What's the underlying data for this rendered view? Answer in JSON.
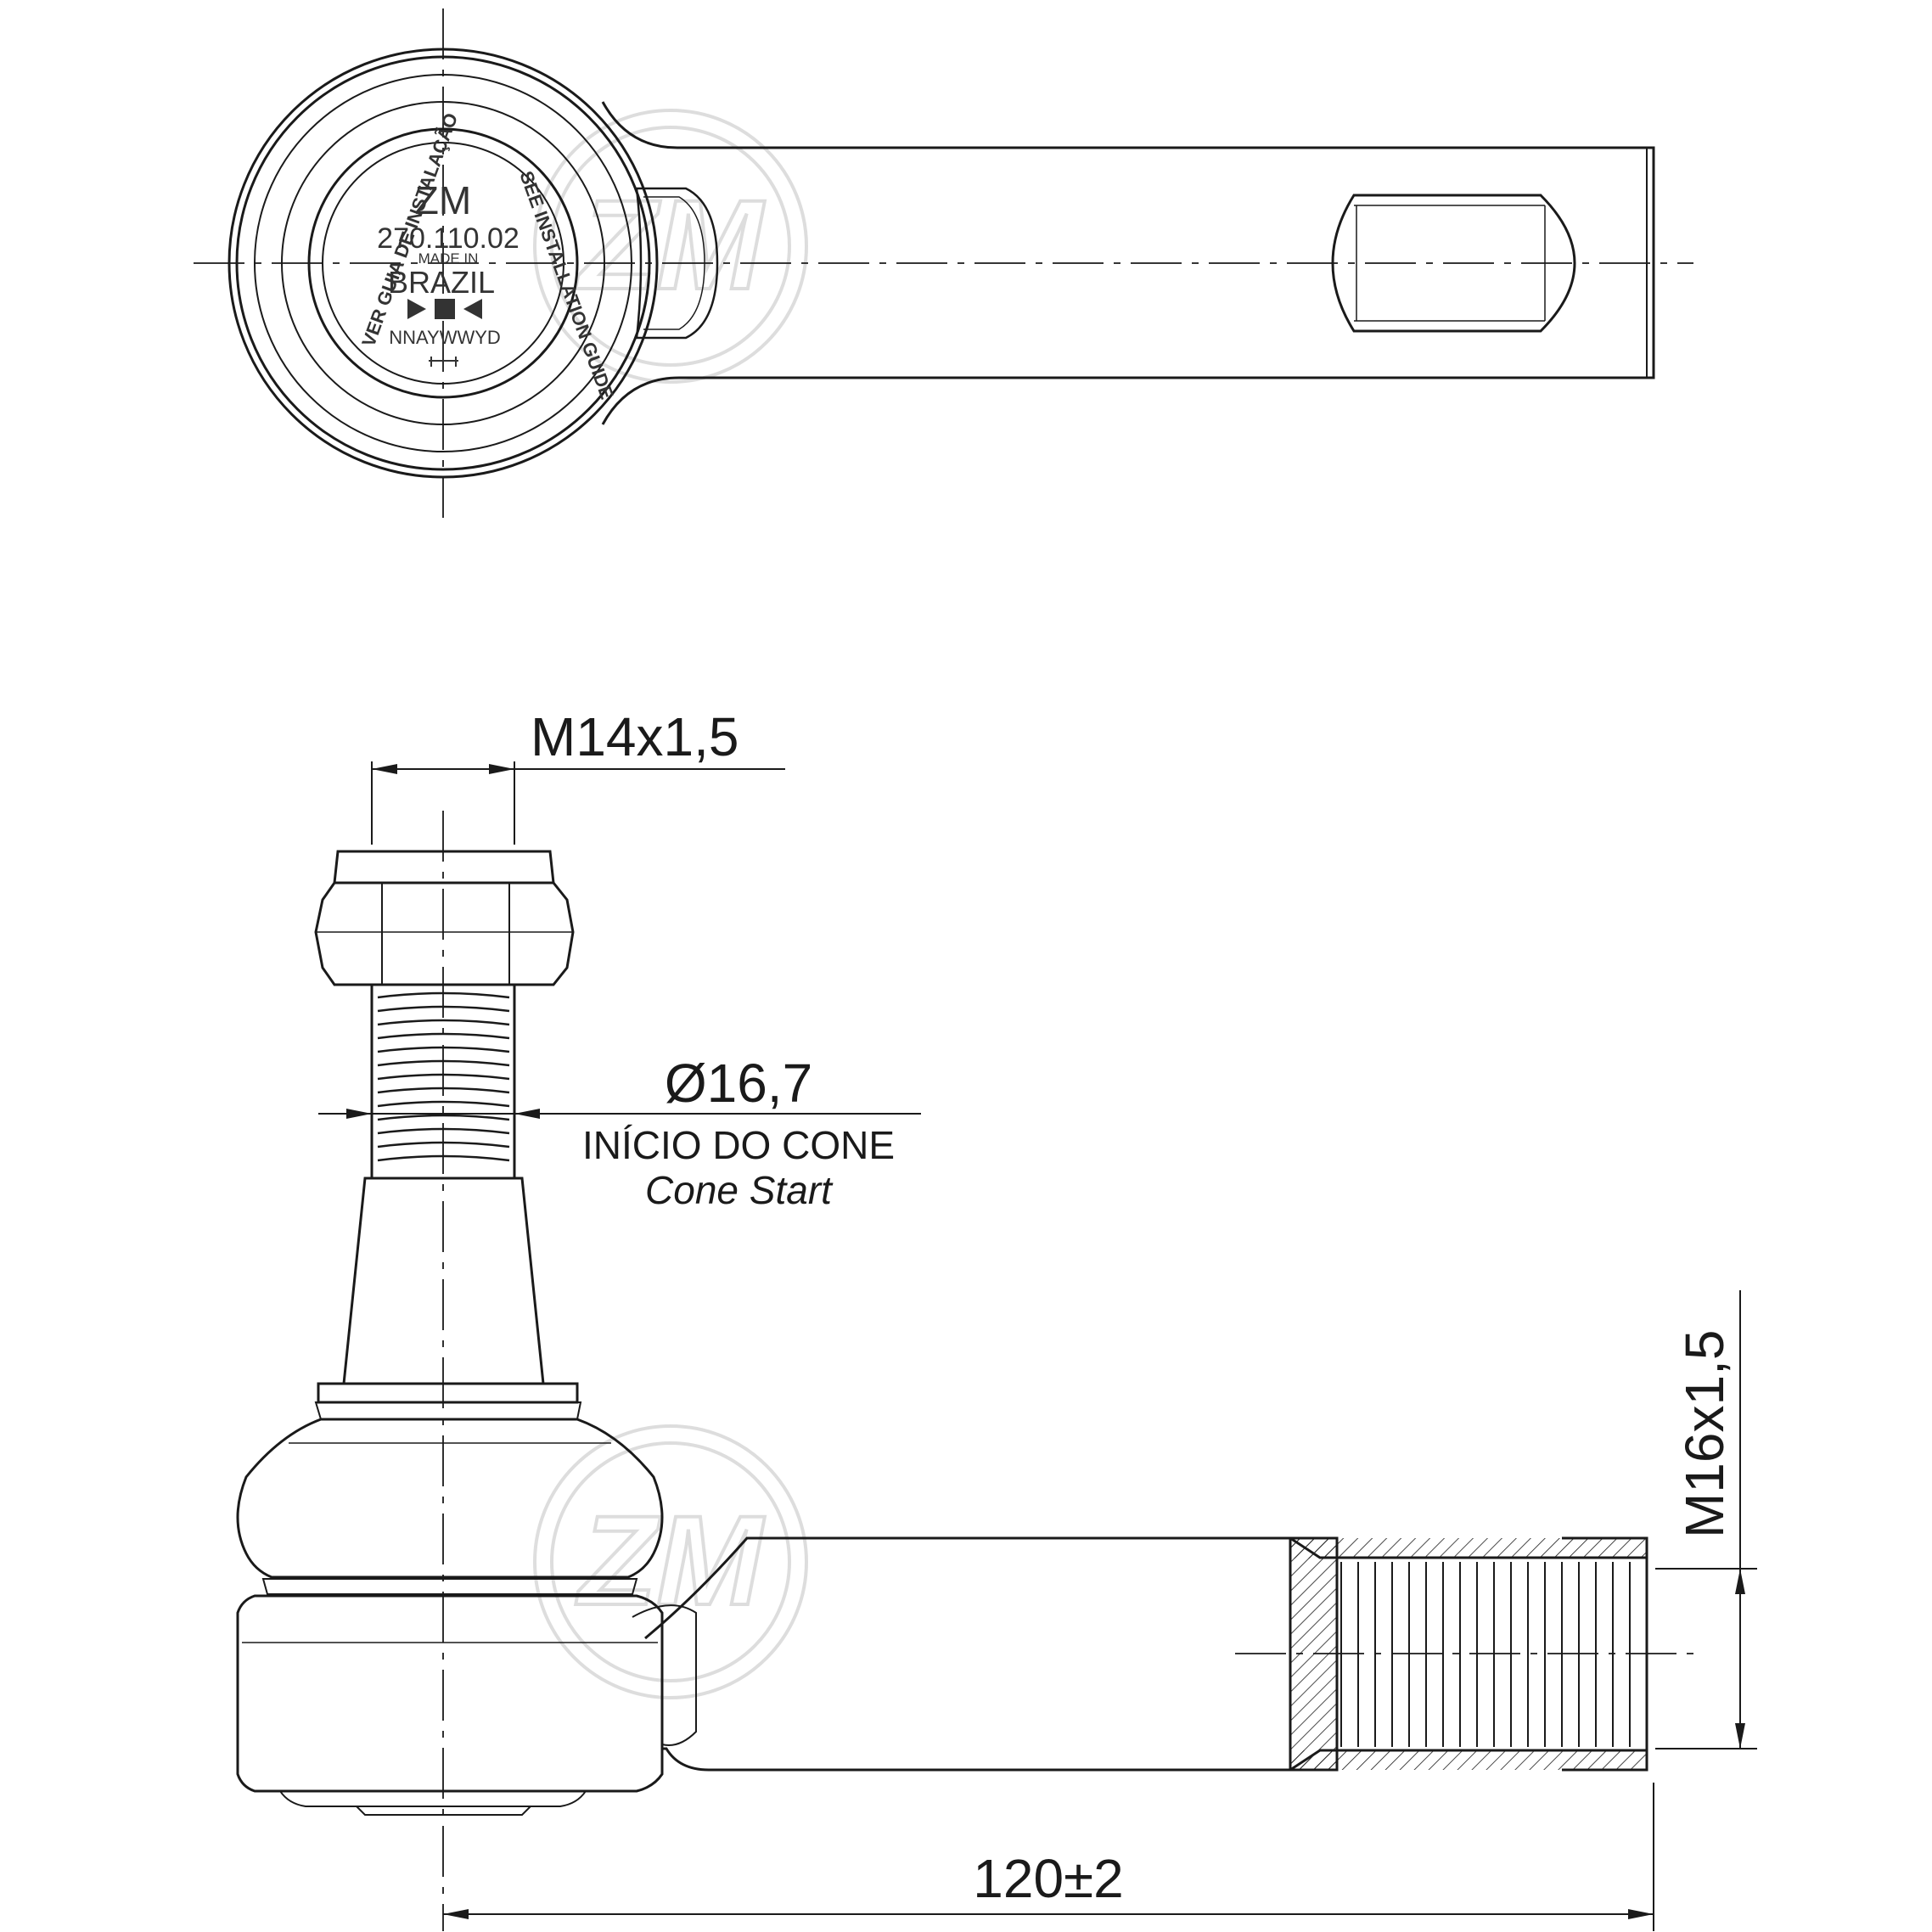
{
  "part_stamp": {
    "brand": "ZM",
    "part_number": "270.110.02",
    "made_in": "MADE IN",
    "country": "BRAZIL",
    "date_code": "NNAYWWYD",
    "ring_text_left": "VER GUIA DE INSTALAÇÃO",
    "ring_text_right": "SEE INSTALLATION GUIDE"
  },
  "dimensions": {
    "stud_thread": "M14x1,5",
    "cone_diameter": "Ø16,7",
    "cone_note_pt": "INÍCIO DO CONE",
    "cone_note_en": "Cone Start",
    "shank_thread": "M16x1,5",
    "overall_length": "120±2"
  },
  "colors": {
    "line": "#1a1a1a",
    "watermark": "#bdbdbd"
  },
  "watermark_logo": "ZM"
}
